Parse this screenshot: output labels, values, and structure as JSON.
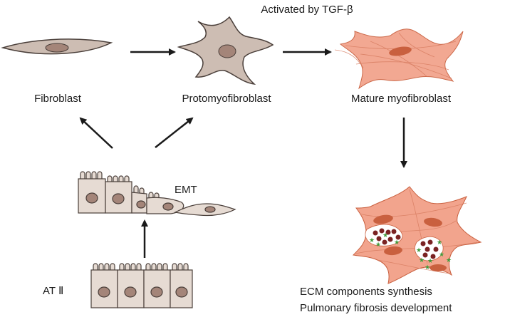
{
  "labels": {
    "activated": "Activated by TGF-β",
    "fibroblast": "Fibroblast",
    "protomyofibroblast": "Protomyofibroblast",
    "mature": "Mature myofibroblast",
    "emt": "EMT",
    "at2": "AT Ⅱ",
    "ecm": "ECM components synthesis",
    "pulmonary": "Pulmonary fibrosis development"
  },
  "colors": {
    "fibroblast_fill": "#cdbdb3",
    "cell_outline": "#4a3f3a",
    "nucleus": "#a48579",
    "myofibroblast_fill": "#f2a48d",
    "myofibroblast_nucleus": "#c9603f",
    "epithelial_fill": "#e6dbd3",
    "ecm_dot": "#7a2323",
    "ecm_star": "#3f9a3a",
    "arrow": "#1a1a1a"
  }
}
